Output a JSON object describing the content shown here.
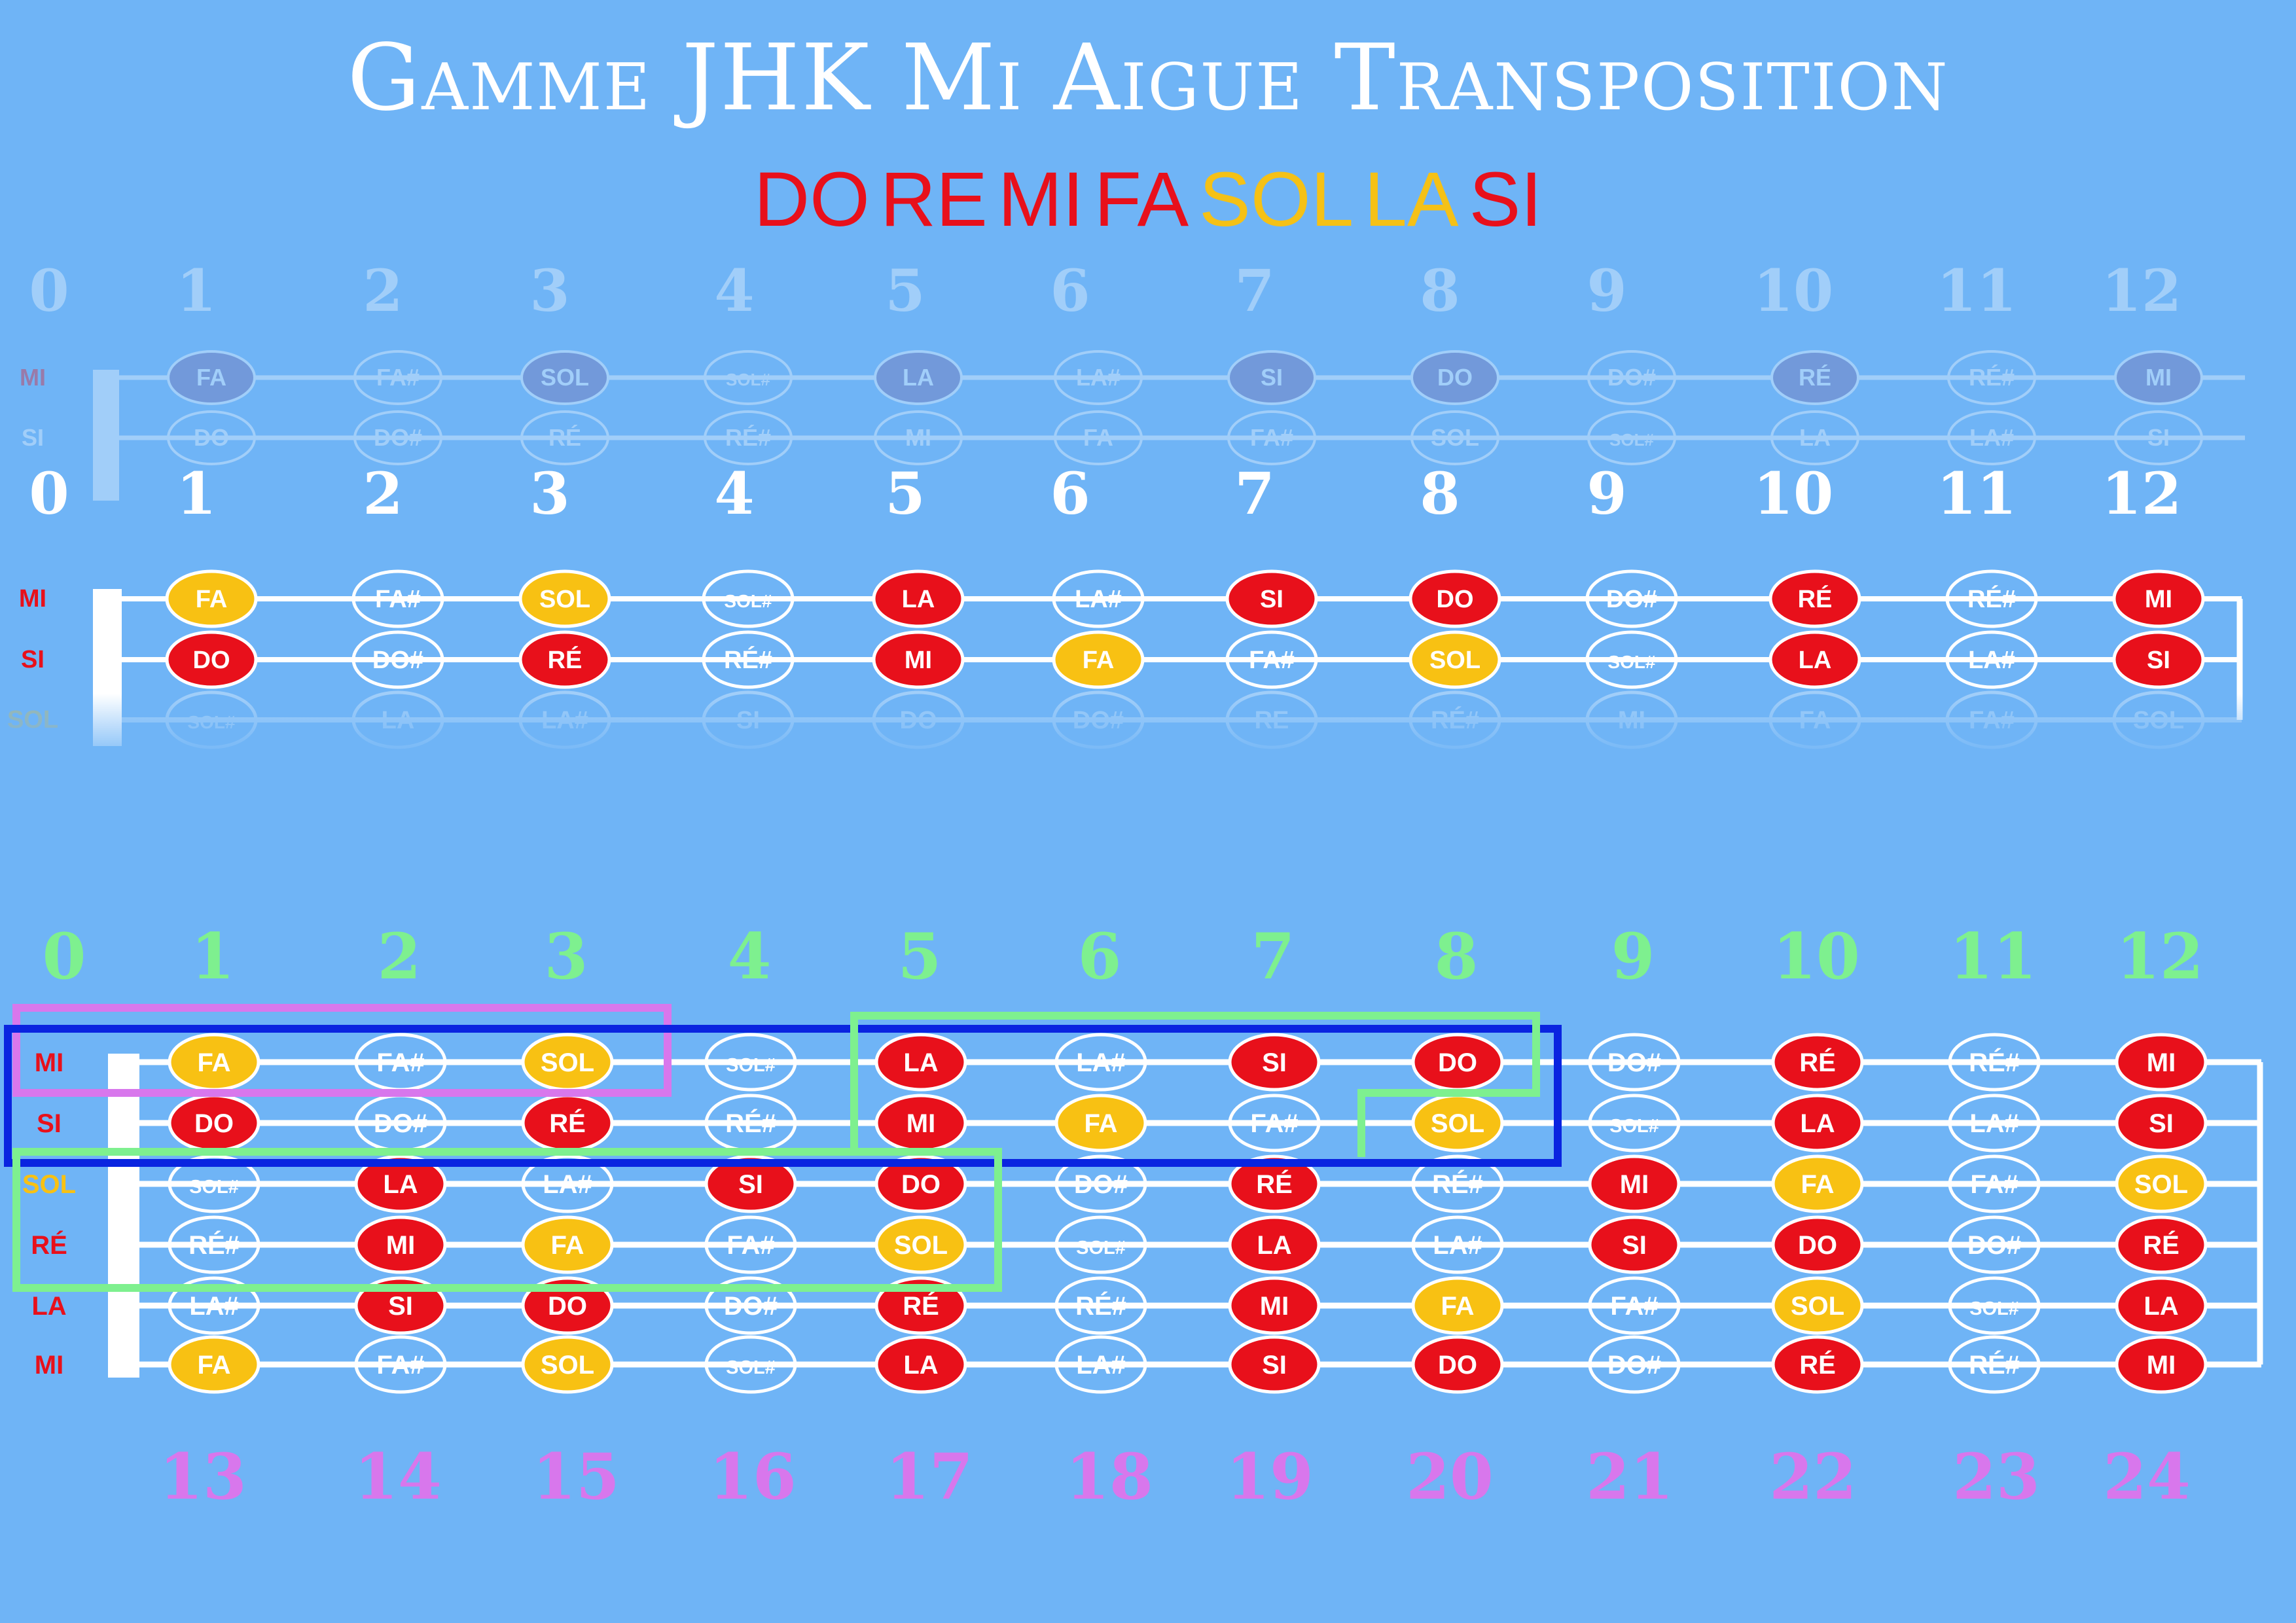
{
  "title": "Gamme JHK Mi Aigue Transposition",
  "scale": [
    {
      "note": "DO",
      "color": "#e8101b"
    },
    {
      "note": "RE",
      "color": "#e8101b"
    },
    {
      "note": "MI",
      "color": "#e8101b"
    },
    {
      "note": "FA",
      "color": "#e8101b"
    },
    {
      "note": "SOL",
      "color": "#f5c116"
    },
    {
      "note": "LA",
      "color": "#f5c116"
    },
    {
      "note": "SI",
      "color": "#e8101b"
    }
  ],
  "colors": {
    "red": "#e8101b",
    "yellow": "#f8c113",
    "white": "#ffffff",
    "fret_numbers_top": "#ffffff",
    "fret_numbers_bottom": "#7ef08f",
    "fret_numbers_octave": "#d877ec",
    "box_pink": "#d877ec",
    "box_blue": "#0a24e0",
    "box_green": "#7ef08f"
  },
  "fret_numbers": [
    "0",
    "1",
    "2",
    "3",
    "4",
    "5",
    "6",
    "7",
    "8",
    "9",
    "10",
    "11",
    "12"
  ],
  "octave_numbers": [
    "13",
    "14",
    "15",
    "16",
    "17",
    "18",
    "19",
    "20",
    "21",
    "22",
    "23",
    "24"
  ],
  "top_section": {
    "labels": [
      "MI",
      "SI",
      "SOL"
    ],
    "strings": [
      {
        "label": "MI",
        "notes": [
          {
            "t": "FA",
            "c": "yellow"
          },
          {
            "t": "FA#",
            "c": "white"
          },
          {
            "t": "SOL",
            "c": "yellow"
          },
          {
            "t": "SOL#",
            "c": "white"
          },
          {
            "t": "LA",
            "c": "red"
          },
          {
            "t": "LA#",
            "c": "white"
          },
          {
            "t": "SI",
            "c": "red"
          },
          {
            "t": "DO",
            "c": "red"
          },
          {
            "t": "DO#",
            "c": "white"
          },
          {
            "t": "RÉ",
            "c": "red"
          },
          {
            "t": "RÉ#",
            "c": "white"
          },
          {
            "t": "MI",
            "c": "red"
          }
        ]
      },
      {
        "label": "SI",
        "notes": [
          {
            "t": "DO",
            "c": "red"
          },
          {
            "t": "DO#",
            "c": "white"
          },
          {
            "t": "RÉ",
            "c": "red"
          },
          {
            "t": "RÉ#",
            "c": "white"
          },
          {
            "t": "MI",
            "c": "red"
          },
          {
            "t": "FA",
            "c": "yellow"
          },
          {
            "t": "FA#",
            "c": "white"
          },
          {
            "t": "SOL",
            "c": "yellow"
          },
          {
            "t": "SOL#",
            "c": "white"
          },
          {
            "t": "LA",
            "c": "red"
          },
          {
            "t": "LA#",
            "c": "white"
          },
          {
            "t": "SI",
            "c": "red"
          }
        ]
      },
      {
        "label": "SOL",
        "notes": [
          {
            "t": "SOL#",
            "c": "white"
          },
          {
            "t": "LA",
            "c": "white"
          },
          {
            "t": "LA#",
            "c": "white"
          },
          {
            "t": "SI",
            "c": "white"
          },
          {
            "t": "DO",
            "c": "white"
          },
          {
            "t": "DO#",
            "c": "white"
          },
          {
            "t": "RE",
            "c": "white"
          },
          {
            "t": "RÉ#",
            "c": "white"
          },
          {
            "t": "MI",
            "c": "white"
          },
          {
            "t": "FA",
            "c": "white"
          },
          {
            "t": "FA#",
            "c": "white"
          },
          {
            "t": "SOL",
            "c": "white"
          }
        ]
      }
    ]
  },
  "reflection": {
    "strings": [
      {
        "label": "MI",
        "notes": [
          "FA",
          "FA#",
          "SOL",
          "SOL#",
          "LA",
          "LA#",
          "SI",
          "DO",
          "DO#",
          "RÉ",
          "RÉ#",
          "MI"
        ]
      },
      {
        "label": "SI",
        "notes": [
          "DO",
          "DO#",
          "RÉ",
          "RÉ#",
          "MI",
          "FA",
          "FA#",
          "SOL",
          "SOL#",
          "LA",
          "LA#",
          "SI"
        ]
      }
    ]
  },
  "bottom_section": {
    "strings": [
      {
        "label": "MI",
        "label_color": "red",
        "notes": [
          {
            "t": "FA",
            "c": "yellow"
          },
          {
            "t": "FA#",
            "c": "white"
          },
          {
            "t": "SOL",
            "c": "yellow"
          },
          {
            "t": "SOL#",
            "c": "white"
          },
          {
            "t": "LA",
            "c": "red"
          },
          {
            "t": "LA#",
            "c": "white"
          },
          {
            "t": "SI",
            "c": "red"
          },
          {
            "t": "DO",
            "c": "red"
          },
          {
            "t": "DO#",
            "c": "white"
          },
          {
            "t": "RÉ",
            "c": "red"
          },
          {
            "t": "RÉ#",
            "c": "white"
          },
          {
            "t": "MI",
            "c": "red"
          }
        ]
      },
      {
        "label": "SI",
        "label_color": "red",
        "notes": [
          {
            "t": "DO",
            "c": "red"
          },
          {
            "t": "DO#",
            "c": "white"
          },
          {
            "t": "RÉ",
            "c": "red"
          },
          {
            "t": "RÉ#",
            "c": "white"
          },
          {
            "t": "MI",
            "c": "red"
          },
          {
            "t": "FA",
            "c": "yellow"
          },
          {
            "t": "FA#",
            "c": "white"
          },
          {
            "t": "SOL",
            "c": "yellow"
          },
          {
            "t": "SOL#",
            "c": "white"
          },
          {
            "t": "LA",
            "c": "red"
          },
          {
            "t": "LA#",
            "c": "white"
          },
          {
            "t": "SI",
            "c": "red"
          }
        ]
      },
      {
        "label": "SOL",
        "label_color": "yellow",
        "notes": [
          {
            "t": "SOL#",
            "c": "white"
          },
          {
            "t": "LA",
            "c": "red"
          },
          {
            "t": "LA#",
            "c": "white"
          },
          {
            "t": "SI",
            "c": "red"
          },
          {
            "t": "DO",
            "c": "red"
          },
          {
            "t": "DO#",
            "c": "white"
          },
          {
            "t": "RÉ",
            "c": "red"
          },
          {
            "t": "RÉ#",
            "c": "white"
          },
          {
            "t": "MI",
            "c": "red"
          },
          {
            "t": "FA",
            "c": "yellow"
          },
          {
            "t": "FA#",
            "c": "white"
          },
          {
            "t": "SOL",
            "c": "yellow"
          }
        ]
      },
      {
        "label": "RÉ",
        "label_color": "red",
        "notes": [
          {
            "t": "RÉ#",
            "c": "white"
          },
          {
            "t": "MI",
            "c": "red"
          },
          {
            "t": "FA",
            "c": "yellow"
          },
          {
            "t": "FA#",
            "c": "white"
          },
          {
            "t": "SOL",
            "c": "yellow"
          },
          {
            "t": "SOL#",
            "c": "white"
          },
          {
            "t": "LA",
            "c": "red"
          },
          {
            "t": "LA#",
            "c": "white"
          },
          {
            "t": "SI",
            "c": "red"
          },
          {
            "t": "DO",
            "c": "red"
          },
          {
            "t": "DO#",
            "c": "white"
          },
          {
            "t": "RÉ",
            "c": "red"
          }
        ]
      },
      {
        "label": "LA",
        "label_color": "red",
        "notes": [
          {
            "t": "LA#",
            "c": "white"
          },
          {
            "t": "SI",
            "c": "red"
          },
          {
            "t": "DO",
            "c": "red"
          },
          {
            "t": "DO#",
            "c": "white"
          },
          {
            "t": "RÉ",
            "c": "red"
          },
          {
            "t": "RÉ#",
            "c": "white"
          },
          {
            "t": "MI",
            "c": "red"
          },
          {
            "t": "FA",
            "c": "yellow"
          },
          {
            "t": "FA#",
            "c": "white"
          },
          {
            "t": "SOL",
            "c": "yellow"
          },
          {
            "t": "SOL#",
            "c": "white"
          },
          {
            "t": "LA",
            "c": "red"
          }
        ]
      },
      {
        "label": "MI",
        "label_color": "red",
        "notes": [
          {
            "t": "FA",
            "c": "yellow"
          },
          {
            "t": "FA#",
            "c": "white"
          },
          {
            "t": "SOL",
            "c": "yellow"
          },
          {
            "t": "SOL#",
            "c": "white"
          },
          {
            "t": "LA",
            "c": "red"
          },
          {
            "t": "LA#",
            "c": "white"
          },
          {
            "t": "SI",
            "c": "red"
          },
          {
            "t": "DO",
            "c": "red"
          },
          {
            "t": "DO#",
            "c": "white"
          },
          {
            "t": "RÉ",
            "c": "red"
          },
          {
            "t": "RÉ#",
            "c": "white"
          },
          {
            "t": "MI",
            "c": "red"
          }
        ]
      }
    ]
  }
}
